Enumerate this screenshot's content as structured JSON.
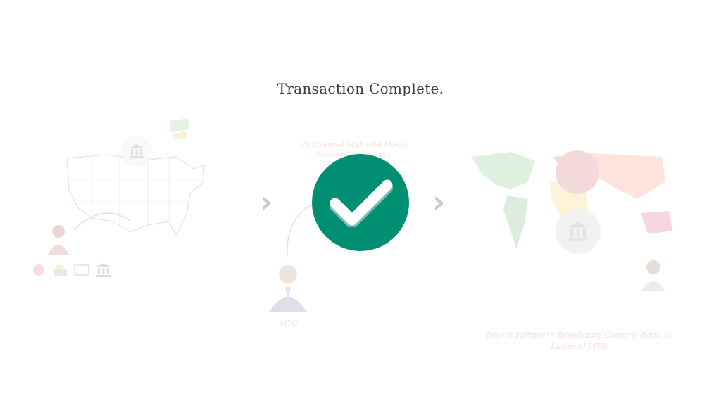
{
  "status": {
    "title": "Transaction Complete."
  },
  "labels": {
    "us_bank": "US Licensed MSB with Money Transmitter Licenses",
    "mto": "MTO",
    "payout": "Payout Partner in Beneficiary Country: Bank or Licensed MTO"
  },
  "icons": {
    "check": "checkmark-icon",
    "bank": "bank-icon",
    "chevron": "chevron-right-icon"
  },
  "colors": {
    "check_bg": "#008f72",
    "faded_label": "#d94a4a"
  }
}
